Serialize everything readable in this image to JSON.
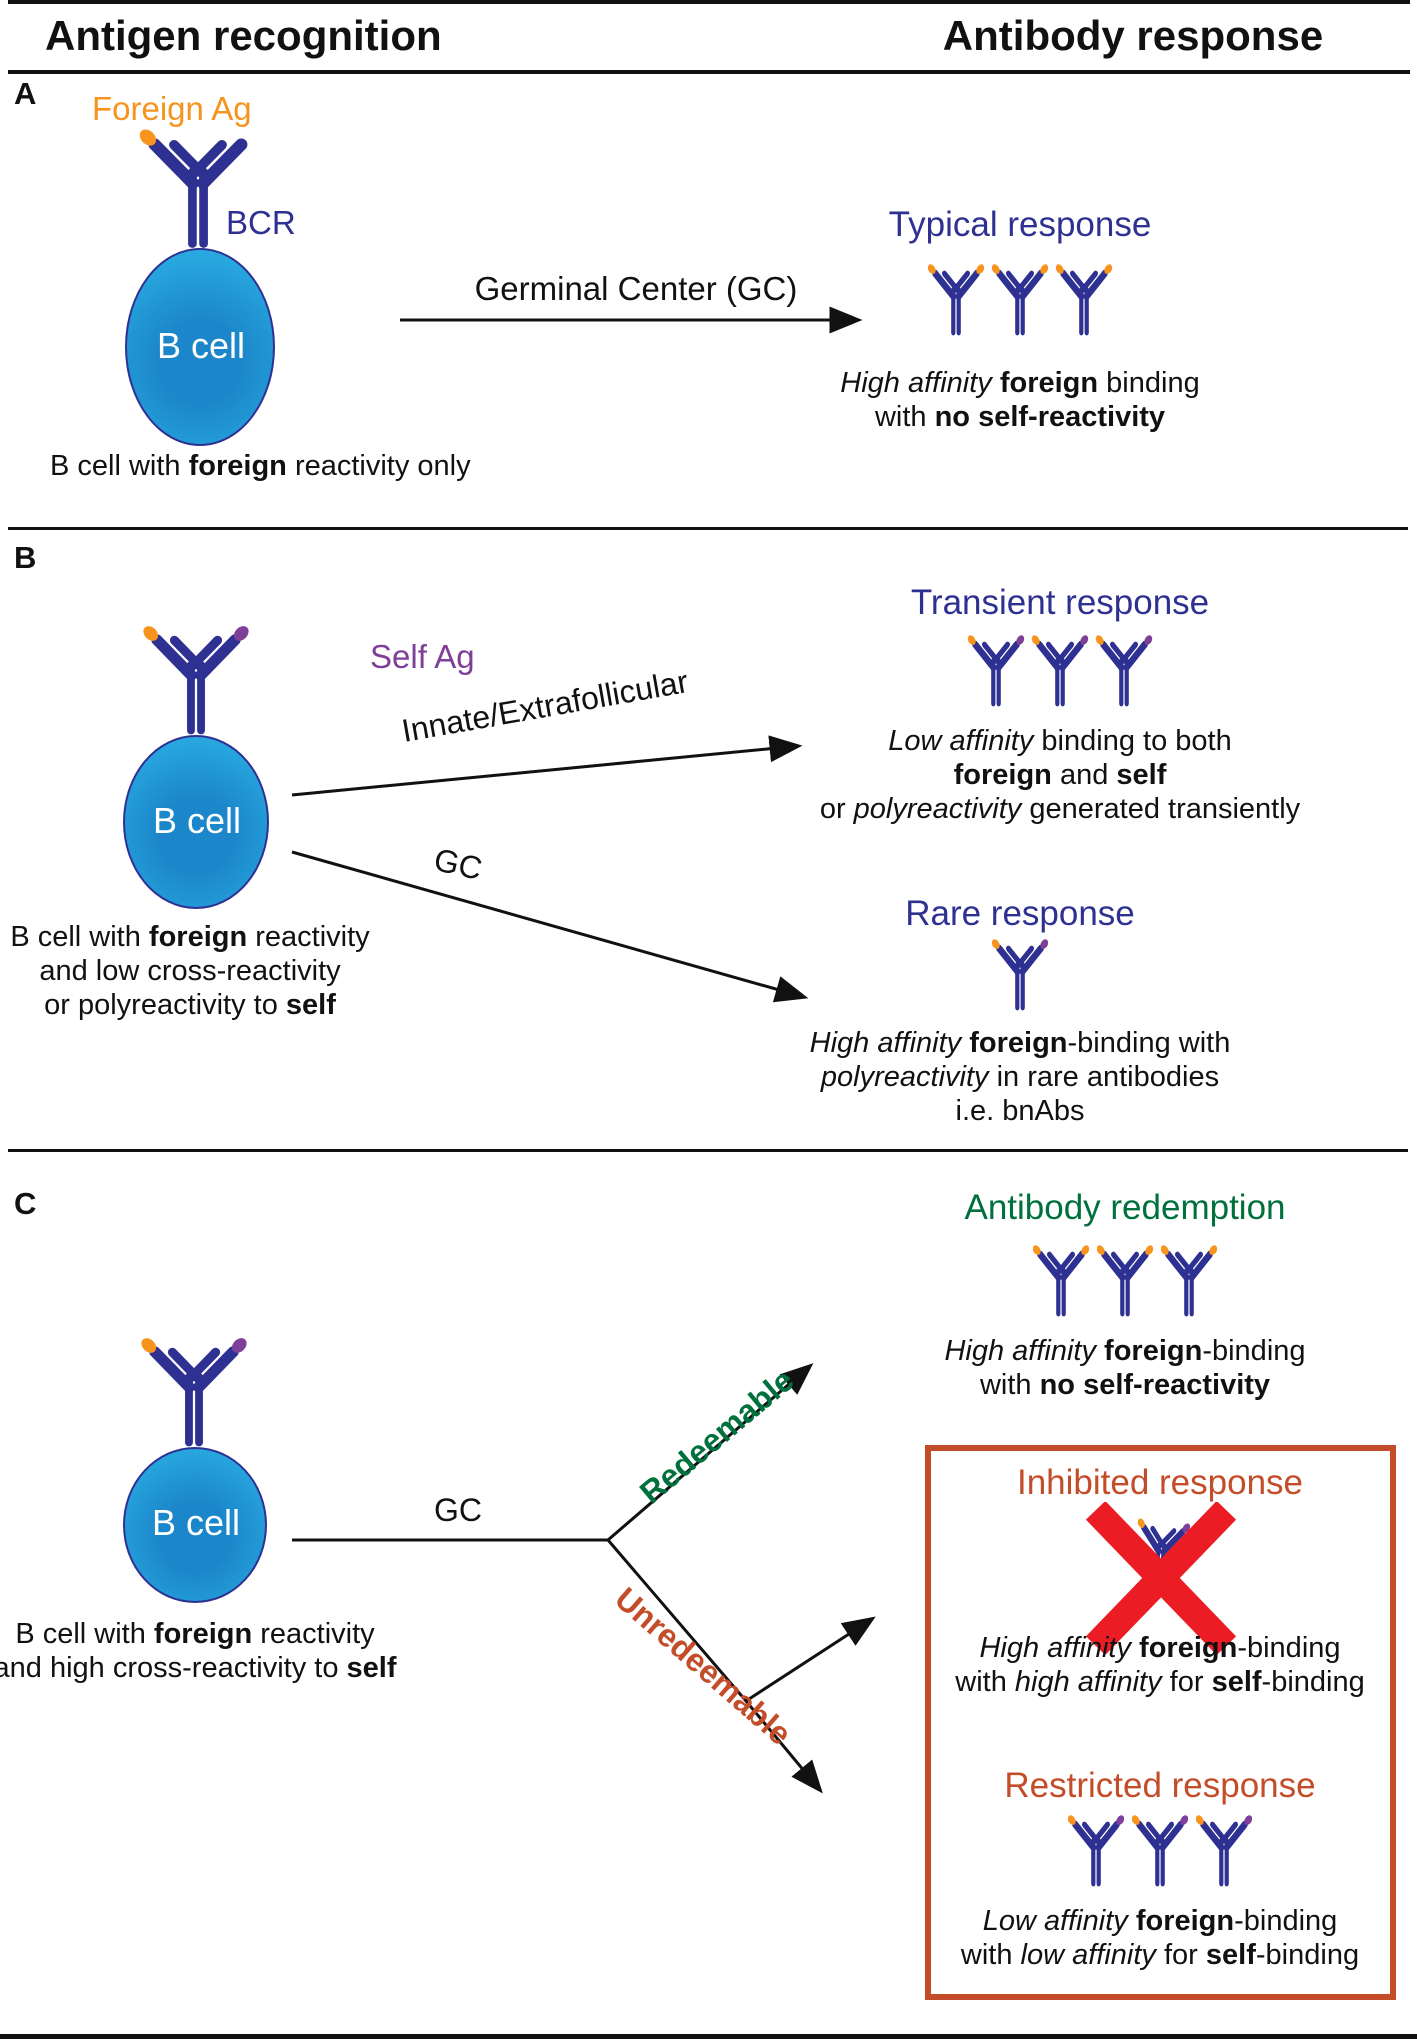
{
  "header": {
    "left": "Antigen recognition",
    "right": "Antibody response"
  },
  "colors": {
    "navy": "#2E3192",
    "orange": "#F7941E",
    "purple": "#7D3F98",
    "green": "#00703C",
    "redorange": "#C44D29",
    "xred": "#EC1C24",
    "cellLight": "#29ABE2",
    "cellDark": "#1B86C9",
    "ink": "#111111"
  },
  "icons": {
    "antibody": "antibody-icon",
    "bcr": "bcr-icon",
    "cross": "red-x-icon"
  },
  "panelA": {
    "letter": "A",
    "antigen_label": "Foreign Ag",
    "receptor_label": "BCR",
    "cell_label": "B cell",
    "caption": [
      {
        "t": "B cell with "
      },
      {
        "t": "foreign",
        "b": true
      },
      {
        "t": " reactivity only"
      }
    ],
    "arrow_label": "Germinal Center (GC)",
    "response": {
      "title": "Typical response",
      "lines": [
        [
          {
            "t": "High affinity",
            "i": true
          },
          {
            "t": " "
          },
          {
            "t": "foreign",
            "b": true
          },
          {
            "t": " binding"
          }
        ],
        [
          {
            "t": "with "
          },
          {
            "t": "no self-reactivity",
            "b": true
          }
        ]
      ]
    }
  },
  "panelB": {
    "letter": "B",
    "antigen_label": "Self Ag",
    "cell_label": "B cell",
    "caption": [
      [
        {
          "t": "B cell with "
        },
        {
          "t": "foreign",
          "b": true
        },
        {
          "t": " reactivity"
        }
      ],
      [
        {
          "t": "and low cross-reactivity"
        }
      ],
      [
        {
          "t": "or polyreactivity to "
        },
        {
          "t": "self",
          "b": true
        }
      ]
    ],
    "arrow_top_label": "Innate/Extrafollicular",
    "arrow_bottom_label": "GC",
    "transient": {
      "title": "Transient response",
      "lines": [
        [
          {
            "t": "Low affinity",
            "i": true
          },
          {
            "t": " binding to both"
          }
        ],
        [
          {
            "t": "foreign",
            "b": true
          },
          {
            "t": " and "
          },
          {
            "t": "self",
            "b": true
          }
        ],
        [
          {
            "t": "or "
          },
          {
            "t": "polyreactivity",
            "i": true
          },
          {
            "t": " generated transiently"
          }
        ]
      ]
    },
    "rare": {
      "title": "Rare response",
      "lines": [
        [
          {
            "t": "High affinity",
            "i": true
          },
          {
            "t": " "
          },
          {
            "t": "foreign",
            "b": true
          },
          {
            "t": "-binding with"
          }
        ],
        [
          {
            "t": "polyreactivity",
            "i": true
          },
          {
            "t": " in rare antibodies"
          }
        ],
        [
          {
            "t": "i.e. bnAbs"
          }
        ]
      ]
    }
  },
  "panelC": {
    "letter": "C",
    "cell_label": "B cell",
    "caption": [
      [
        {
          "t": "B cell with "
        },
        {
          "t": "foreign",
          "b": true
        },
        {
          "t": " reactivity"
        }
      ],
      [
        {
          "t": "and high cross-reactivity to "
        },
        {
          "t": "self",
          "b": true
        }
      ]
    ],
    "arrow_label": "GC",
    "branch_top": "Redeemable",
    "branch_bottom": "Unredeemable",
    "redemption": {
      "title": "Antibody redemption",
      "lines": [
        [
          {
            "t": "High affinity",
            "i": true
          },
          {
            "t": " "
          },
          {
            "t": "foreign",
            "b": true
          },
          {
            "t": "-binding"
          }
        ],
        [
          {
            "t": "with "
          },
          {
            "t": "no self-reactivity",
            "b": true
          }
        ]
      ]
    },
    "inhibited": {
      "title": "Inhibited response",
      "lines": [
        [
          {
            "t": "High affinity",
            "i": true
          },
          {
            "t": " "
          },
          {
            "t": "foreign",
            "b": true
          },
          {
            "t": "-binding"
          }
        ],
        [
          {
            "t": "with "
          },
          {
            "t": "high affinity",
            "i": true
          },
          {
            "t": " for "
          },
          {
            "t": "self",
            "b": true
          },
          {
            "t": "-binding"
          }
        ]
      ]
    },
    "restricted": {
      "title": "Restricted response",
      "lines": [
        [
          {
            "t": "Low affinity",
            "i": true
          },
          {
            "t": " "
          },
          {
            "t": "foreign",
            "b": true
          },
          {
            "t": "-binding"
          }
        ],
        [
          {
            "t": "with "
          },
          {
            "t": "low affinity",
            "i": true
          },
          {
            "t": " for "
          },
          {
            "t": "self",
            "b": true
          },
          {
            "t": "-binding"
          }
        ]
      ]
    }
  }
}
